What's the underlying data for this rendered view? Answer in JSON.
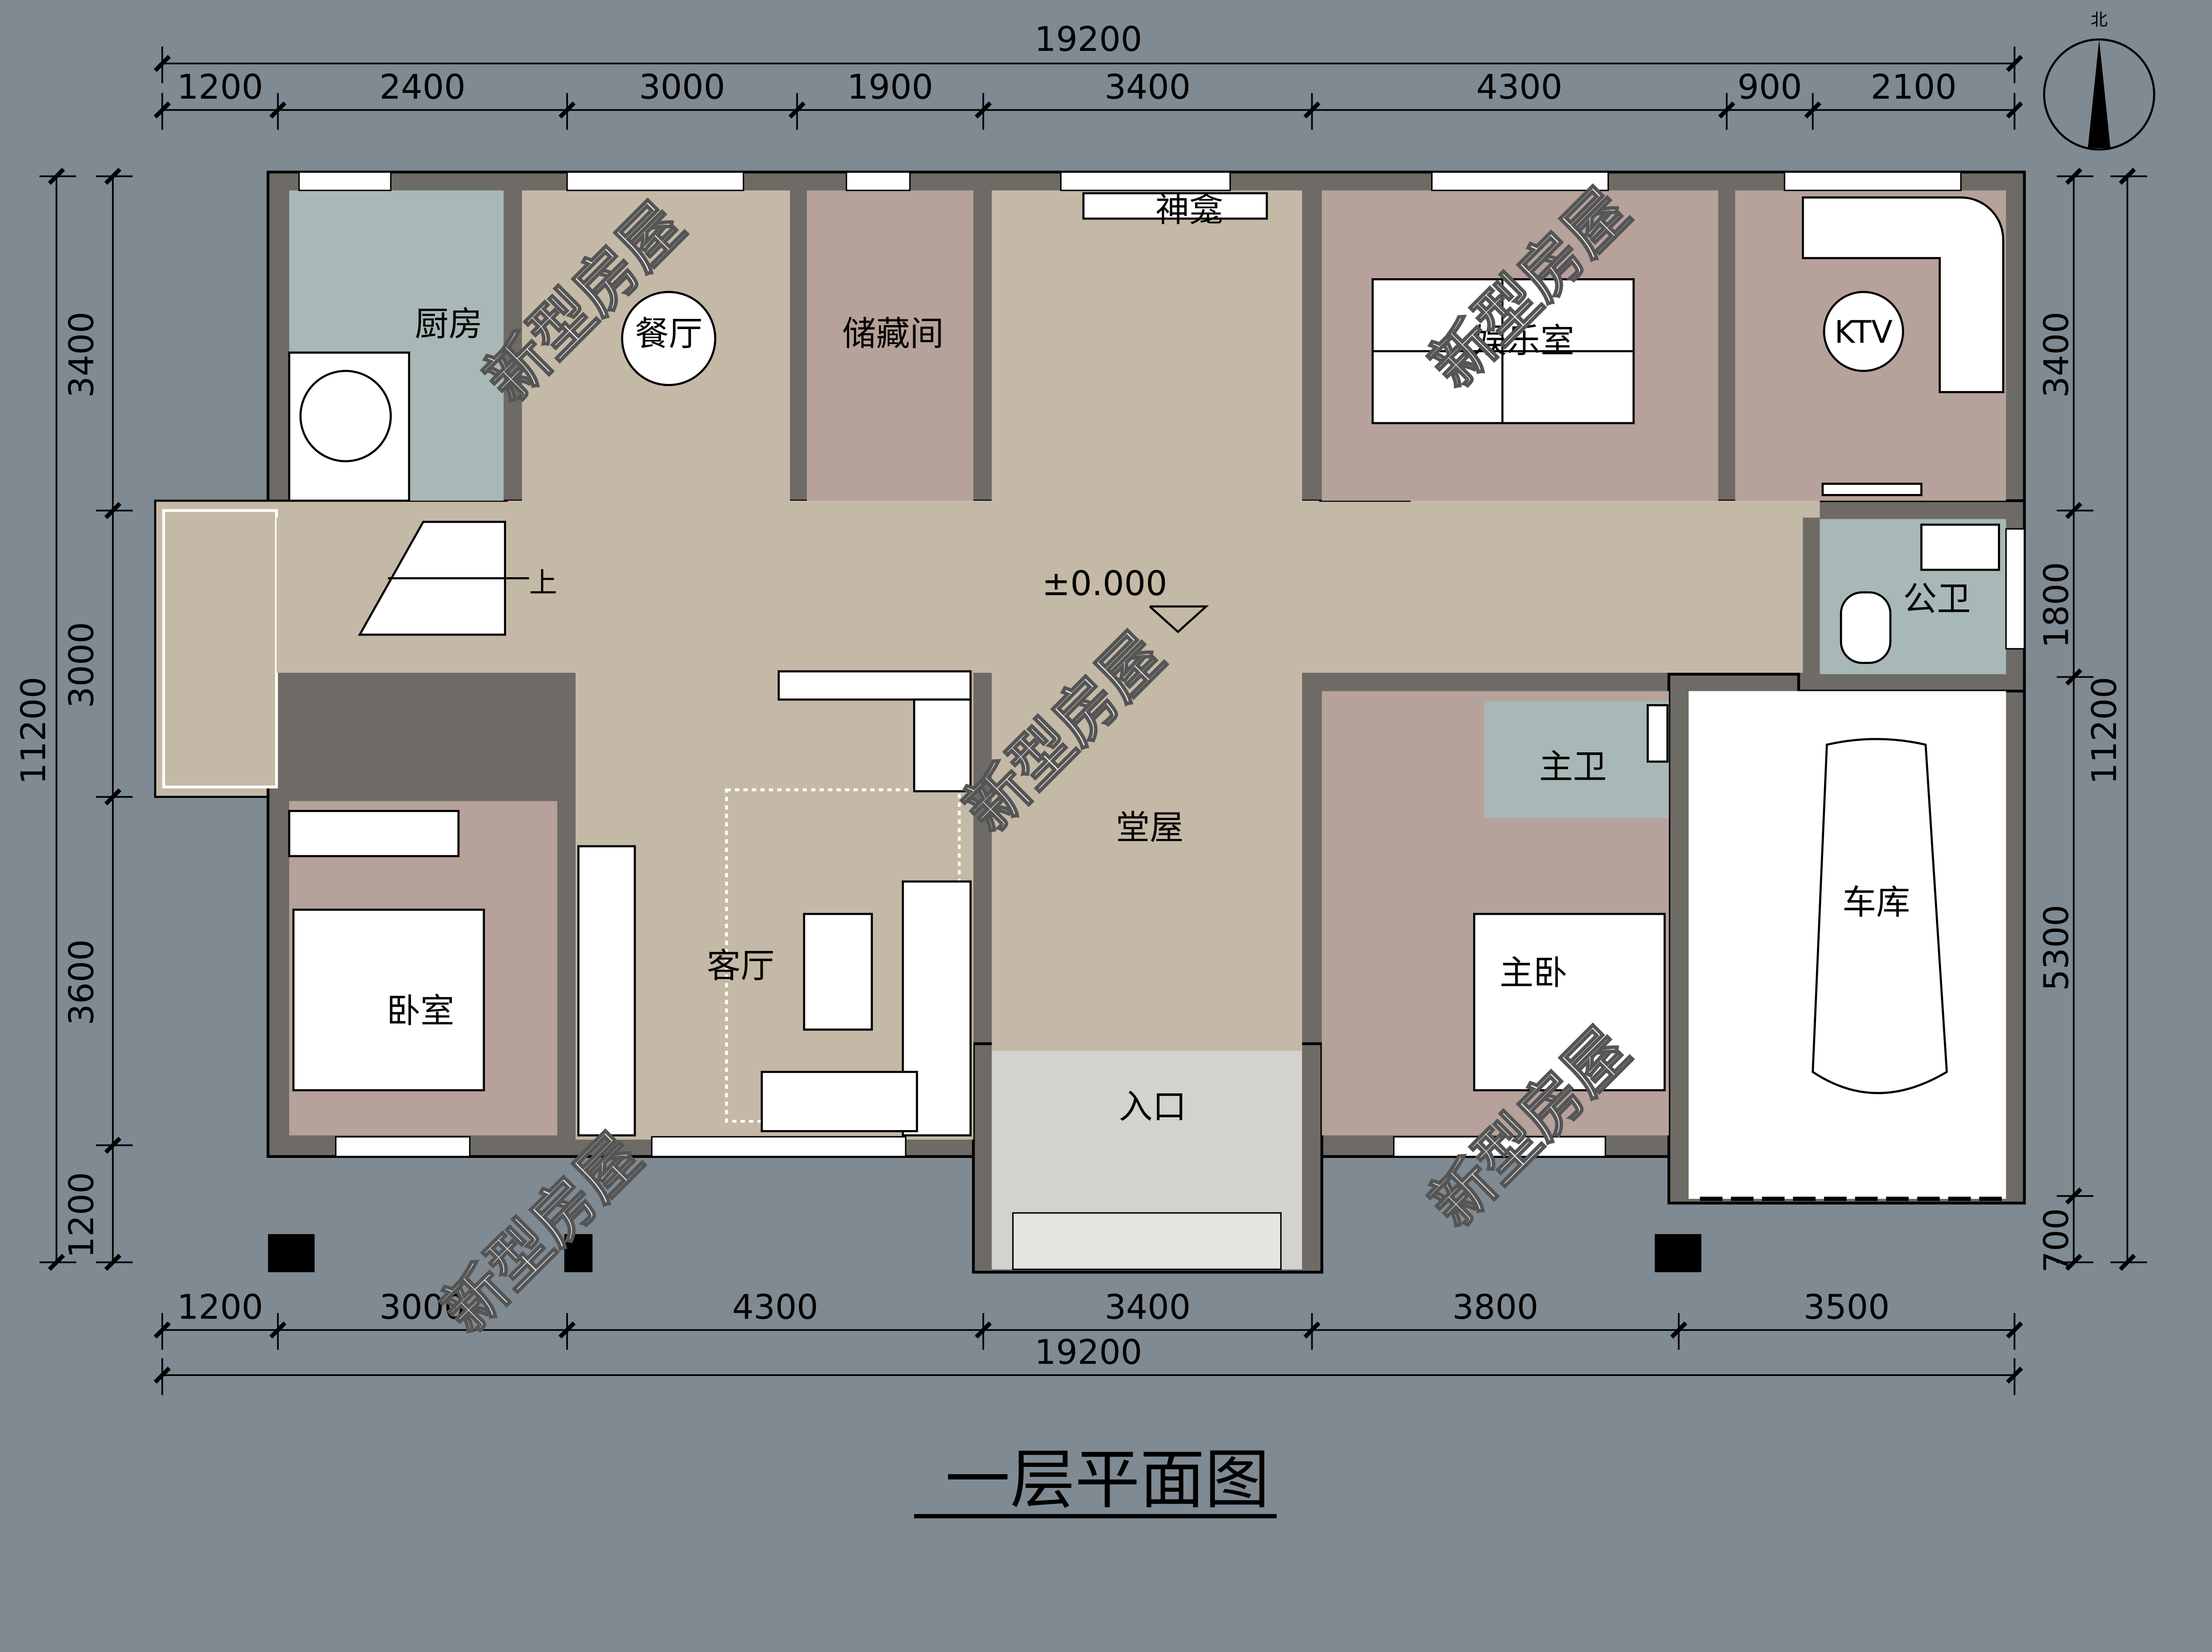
{
  "title": "一层平面图",
  "north_label": "北",
  "elevation": "±0.000",
  "stair_label": "上",
  "watermark": "新型房屋",
  "rooms": {
    "kitchen": "厨房",
    "dining": "餐厅",
    "storage": "储藏间",
    "shrine": "神龛",
    "entertainment": "娱乐室",
    "ktv": "KTV",
    "public_bath": "公卫",
    "hall": "堂屋",
    "living": "客厅",
    "bedroom": "卧室",
    "master_bath": "主卫",
    "master_bedroom": "主卧",
    "garage": "车库",
    "entrance": "入口"
  },
  "dimensions": {
    "top_total": "19200",
    "top": [
      "1200",
      "2400",
      "3000",
      "1900",
      "3400",
      "4300",
      "900",
      "2100"
    ],
    "bottom": [
      "1200",
      "3000",
      "4300",
      "3400",
      "3800",
      "3500"
    ],
    "bottom_total": "19200",
    "left_total": "11200",
    "left": [
      "3400",
      "3000",
      "3600",
      "1200"
    ],
    "right_total": "11200",
    "right": [
      "3400",
      "1800",
      "5300",
      "700"
    ]
  },
  "colors": {
    "background": "#7f8a92",
    "floor": "#c4b9a6",
    "room_pink": "#b6a29a",
    "wet_area": "#a8b8b6",
    "garage": "#ffffff",
    "wall": "#6e6b66"
  }
}
